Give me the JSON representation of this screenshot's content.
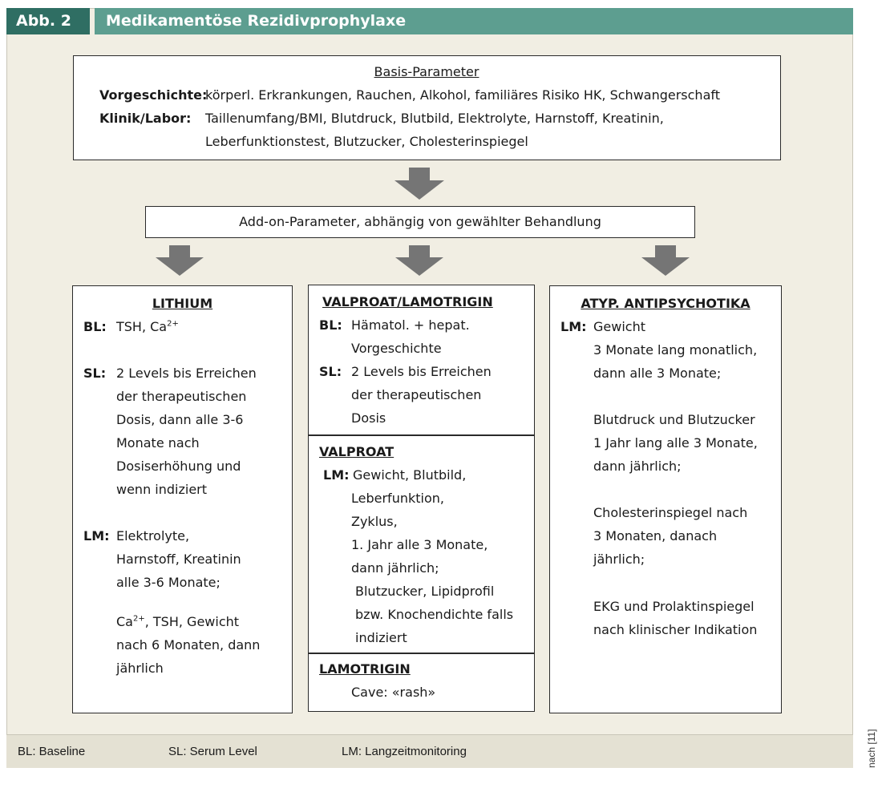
{
  "header": {
    "number": "Abb. 2",
    "title": "Medikamentöse Rezidivprophylaxe"
  },
  "basis": {
    "heading": "Basis-Parameter",
    "row1_label": "Vorgeschichte:",
    "row1_text": "körperl. Erkrankungen, Rauchen, Alkohol, familiäres Risiko HK, Schwangerschaft",
    "row2_label": "Klinik/Labor:",
    "row2_line1": "Taillenumfang/BMI, Blutdruck, Blutbild, Elektrolyte, Harnstoff, Kreatinin,",
    "row2_line2": "Leberfunktionstest, Blutzucker, Cholesterinspiegel"
  },
  "addon": {
    "text": "Add-on-Parameter, abhängig von gewählter Behandlung"
  },
  "lithium": {
    "heading": "LITHIUM",
    "bl_label": "BL:",
    "bl_text": "TSH, Ca",
    "bl_sup": "2+",
    "sl_label": "SL:",
    "sl_lines": [
      "2 Levels bis Erreichen",
      "der therapeutischen",
      "Dosis, dann alle 3-6",
      "Monate nach",
      "Dosiserhöhung und",
      "wenn indiziert"
    ],
    "lm_label": "LM:",
    "lm_lines": [
      "Elektrolyte,",
      "Harnstoff, Kreatinin",
      "alle 3-6 Monate;"
    ],
    "lm2_pre": "Ca",
    "lm2_sup": "2+",
    "lm2_post": ", TSH, Gewicht",
    "lm2_lines": [
      "nach 6 Monaten, dann",
      "jährlich"
    ]
  },
  "valp_lamo": {
    "heading": "VALPROAT/LAMOTRIGIN",
    "bl_label": "BL:",
    "bl_lines": [
      "Hämatol. + hepat.",
      "Vorgeschichte"
    ],
    "sl_label": "SL:",
    "sl_lines": [
      "2 Levels bis Erreichen",
      "der therapeutischen",
      "Dosis"
    ]
  },
  "valproat": {
    "heading": "VALPROAT",
    "lm_label": "LM:",
    "lm_lines": [
      "Gewicht, Blutbild,",
      "Leberfunktion,",
      "Zyklus,",
      "1. Jahr alle 3 Monate,",
      "dann jährlich;",
      "Blutzucker, Lipidprofil",
      "bzw. Knochendichte falls",
      "indiziert"
    ]
  },
  "lamotrigin": {
    "heading": "LAMOTRIGIN",
    "text": "Cave: «rash»"
  },
  "atyp": {
    "heading": "ATYP. ANTIPSYCHOTIKA",
    "lm_label": "LM:",
    "lines1": [
      "Gewicht",
      "3 Monate lang monatlich,",
      "dann alle 3 Monate;"
    ],
    "lines2": [
      "Blutdruck und  Blutzucker",
      "1 Jahr lang alle 3 Monate,",
      "dann jährlich;"
    ],
    "lines3": [
      "Cholesterinspiegel nach",
      "3 Monaten, danach",
      "jährlich;"
    ],
    "lines4": [
      "EKG und Prolaktinspiegel",
      "nach klinischer Indikation"
    ]
  },
  "legend": {
    "bl": "BL: Baseline",
    "sl": "SL: Serum Level",
    "lm": "LM: Langzeitmonitoring"
  },
  "source": "nach [11]"
}
